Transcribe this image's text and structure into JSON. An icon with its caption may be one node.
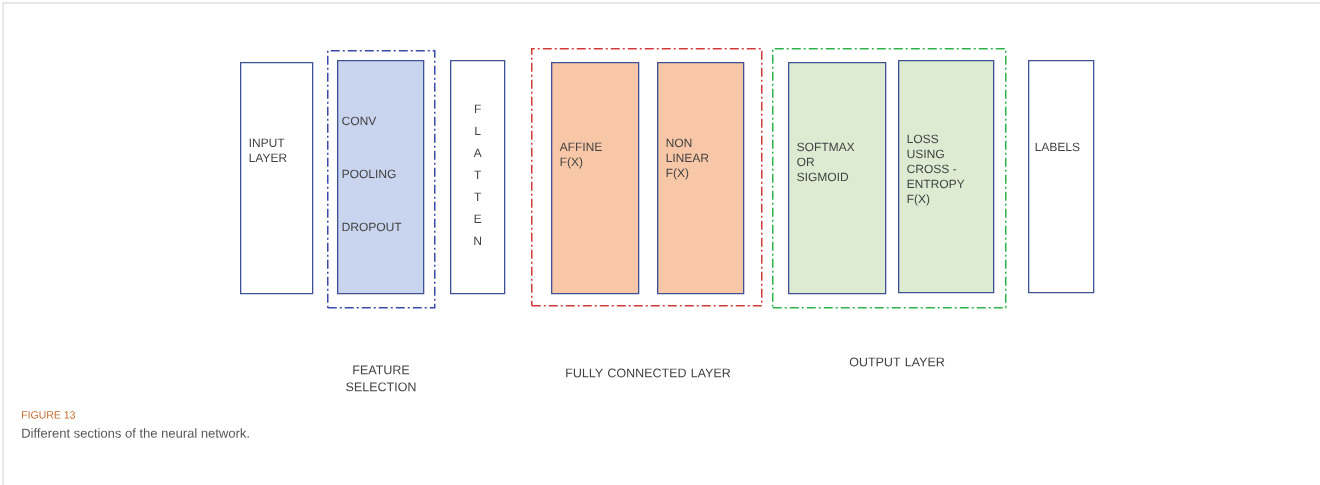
{
  "diagram": {
    "caption": "Different sections of the neural network.",
    "nodes": [
      {
        "text": [
          "INPUT LAYER"
        ]
      },
      {
        "text": [
          "FEATURE SELECTION"
        ]
      },
      {
        "text": [
          "CONV",
          "POOLING",
          "DROPOUT"
        ],
        "in": 1
      },
      {
        "text": [
          "F L A T T E N"
        ]
      },
      {
        "text": [
          "FULLY CONNECTED LAYER"
        ]
      },
      {
        "text": [
          "AFFINE F(X)"
        ],
        "in": 4
      },
      {
        "text": [
          "NON LINEAR F(X)"
        ],
        "in": 4
      },
      {
        "text": [
          "OUTPUT LAYER"
        ]
      },
      {
        "text": [
          "SOFTMAX OR SIGMOID"
        ],
        "in": 7
      },
      {
        "text": [
          "LOSS USING CROSS - ENTROPY F(X)"
        ],
        "in": 7
      },
      {
        "text": [
          "LABELS"
        ]
      }
    ],
    "labels": [
      "FIGURE 13"
    ]
  }
}
